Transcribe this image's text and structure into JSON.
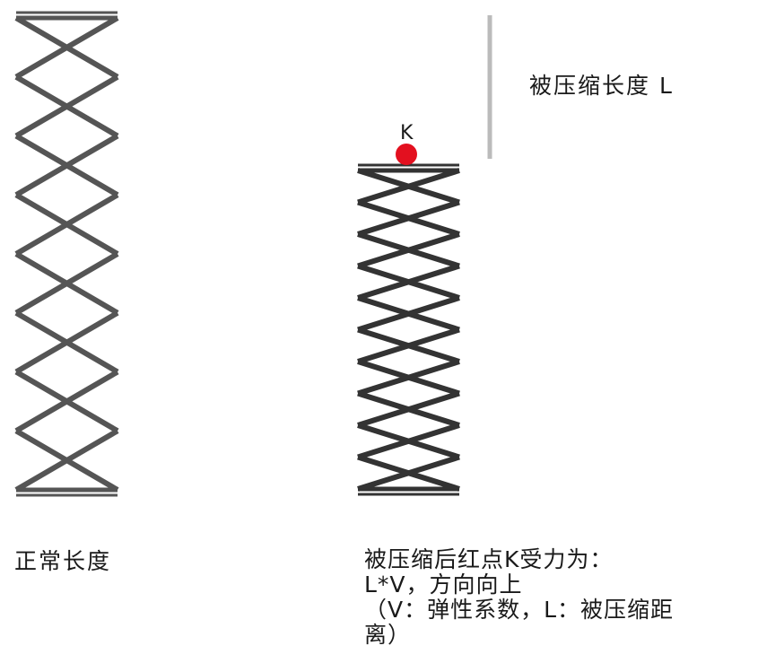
{
  "labels": {
    "normal_length": "正常长度",
    "compressed_length": "被压缩长度 L",
    "point_k": "K"
  },
  "caption": {
    "line1": "被压缩后红点K受力为：",
    "line2": "L*V，方向向上",
    "line3": "（V：弹性系数，L：被压缩距",
    "line4": "离）"
  },
  "colors": {
    "normal_spring": "#555555",
    "compressed_spring": "#333333",
    "point": "#e3101f",
    "distance_bar": "#bbbbbb"
  }
}
